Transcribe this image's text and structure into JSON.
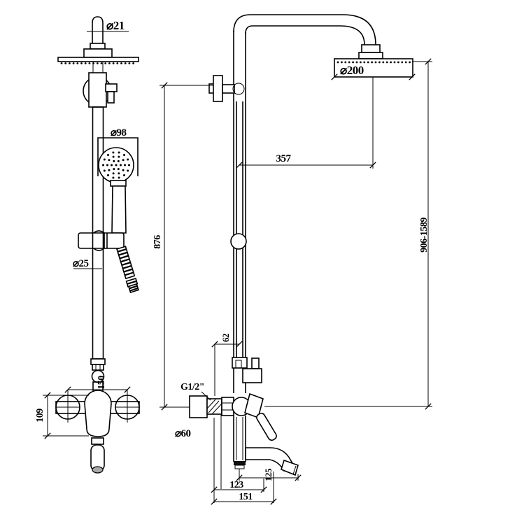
{
  "drawing": {
    "front_view": {
      "top_pipe_dia": "⌀21",
      "handshower_dia": "⌀98",
      "rail_dia": "⌀25",
      "valve_center_distance": "150",
      "valve_height": "109"
    },
    "side_view": {
      "head_dia": "⌀200",
      "arm_reach": "357",
      "height_range": "906-1589",
      "column_height": "876",
      "wall_offset": "62",
      "connection_thread": "G1/2\"",
      "escutcheon_dia": "⌀60",
      "spout_drop": "125",
      "spout_reach": "123",
      "spout_overall_reach": "151"
    },
    "colors": {
      "line": "#000000",
      "background": "#ffffff"
    }
  }
}
